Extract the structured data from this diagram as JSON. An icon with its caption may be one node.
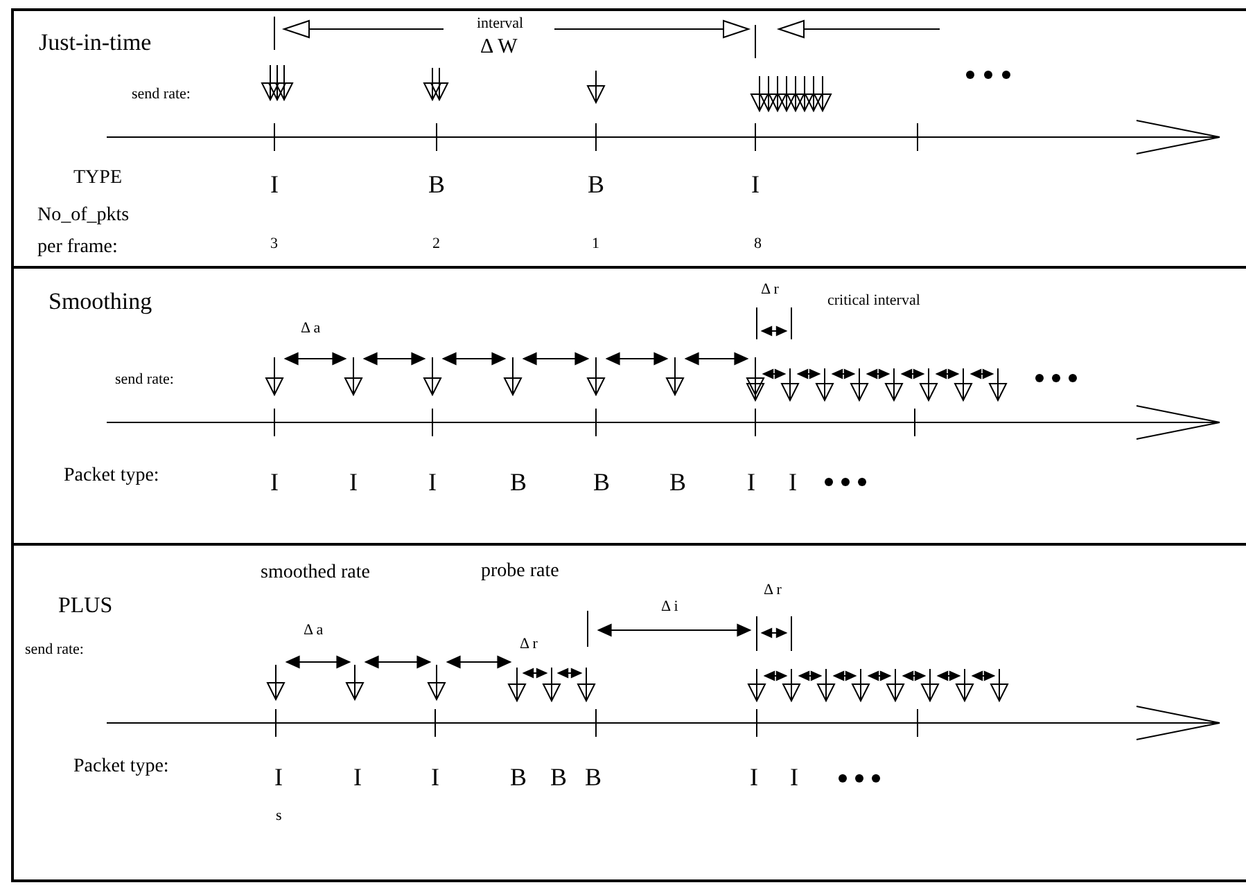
{
  "diagram": {
    "nodes": [
      {
        "text": [
          "Just-in-time"
        ]
      },
      {
        "text": [
          "Smoothing"
        ]
      },
      {
        "text": [
          "PLUS"
        ]
      }
    ],
    "labels": [
      "interval",
      "Δ W",
      "send rate:",
      "TYPE",
      "I",
      "B",
      "B",
      "I",
      "No_of_pkts per frame:",
      "3",
      "2",
      "1",
      "8",
      "Δ r",
      "critical interval",
      "Δ a",
      "send rate:",
      "Packet type:",
      "I",
      "I",
      "I",
      "B",
      "B",
      "B",
      "I",
      "I",
      "smoothed rate",
      "probe rate",
      "Δ r",
      "Δ i",
      "Δ a",
      "Δ r",
      "send rate:",
      "Packet type:",
      "I",
      "I",
      "I",
      "B",
      "B",
      "B",
      "I",
      "I",
      "s"
    ]
  }
}
